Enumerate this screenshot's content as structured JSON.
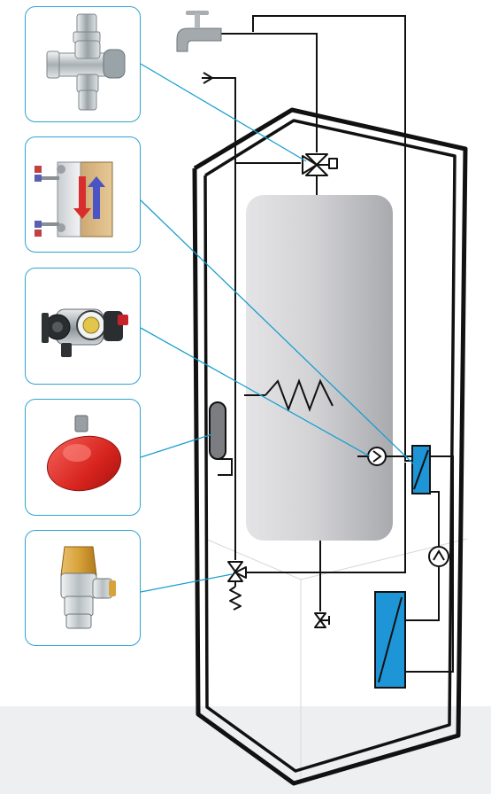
{
  "colors": {
    "cabinet_outline": "#111111",
    "pipe": "#111111",
    "leader_line": "#1a9fcf",
    "card_border": "#2ea3cf",
    "heat_exchanger_fill": "#1e95d6",
    "tank_fill": "#cfcfd1",
    "floor": "#eeeff0",
    "expansion_vessel": "#e0302a",
    "brass": "#d8a23a"
  },
  "components": [
    {
      "id": "mixing-valve",
      "icon": "thermostatic-mixing-valve-icon"
    },
    {
      "id": "plate-heat-exchanger",
      "icon": "plate-heat-exchanger-icon"
    },
    {
      "id": "circulation-pump",
      "icon": "circulation-pump-icon"
    },
    {
      "id": "expansion-vessel",
      "icon": "expansion-vessel-icon"
    },
    {
      "id": "safety-valve",
      "icon": "safety-valve-icon"
    }
  ],
  "schematic_symbols": [
    "water-tap-icon",
    "three-way-valve-icon",
    "storage-tank-icon",
    "heating-coil-icon",
    "expansion-vessel-symbol",
    "pump-symbol",
    "heat-exchanger-symbol",
    "drain-valve-icon",
    "pressure-relief-valve-icon"
  ]
}
